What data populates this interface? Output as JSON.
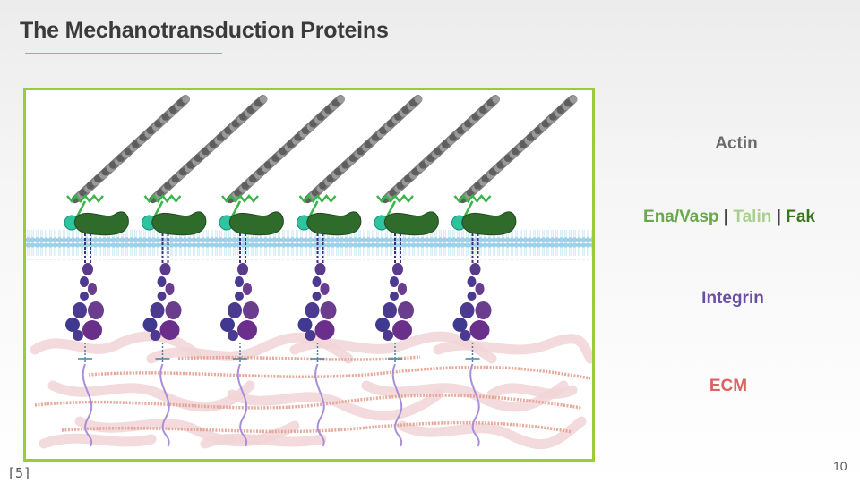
{
  "slide": {
    "title": "The Mechanotransduction Proteins",
    "citation": "[5]",
    "page_number": "10"
  },
  "legend": {
    "actin": "Actin",
    "adhesion": {
      "ena_vasp": "Ena/Vasp",
      "separator": "|",
      "talin": "Talin",
      "fak": "Fak"
    },
    "integrin": "Integrin",
    "ecm": "ECM"
  },
  "colors": {
    "accent_rule": "#8fbf6a",
    "frame_border": "#9ccb3a",
    "actin": "#6b6b6b",
    "ena_vasp": "#6aa84f",
    "talin": "#a9d18e",
    "fak": "#38761d",
    "integrin": "#6a4ea6",
    "ecm": "#d96461",
    "membrane": "#a8d8ec"
  },
  "figure": {
    "complex_count": 6
  }
}
